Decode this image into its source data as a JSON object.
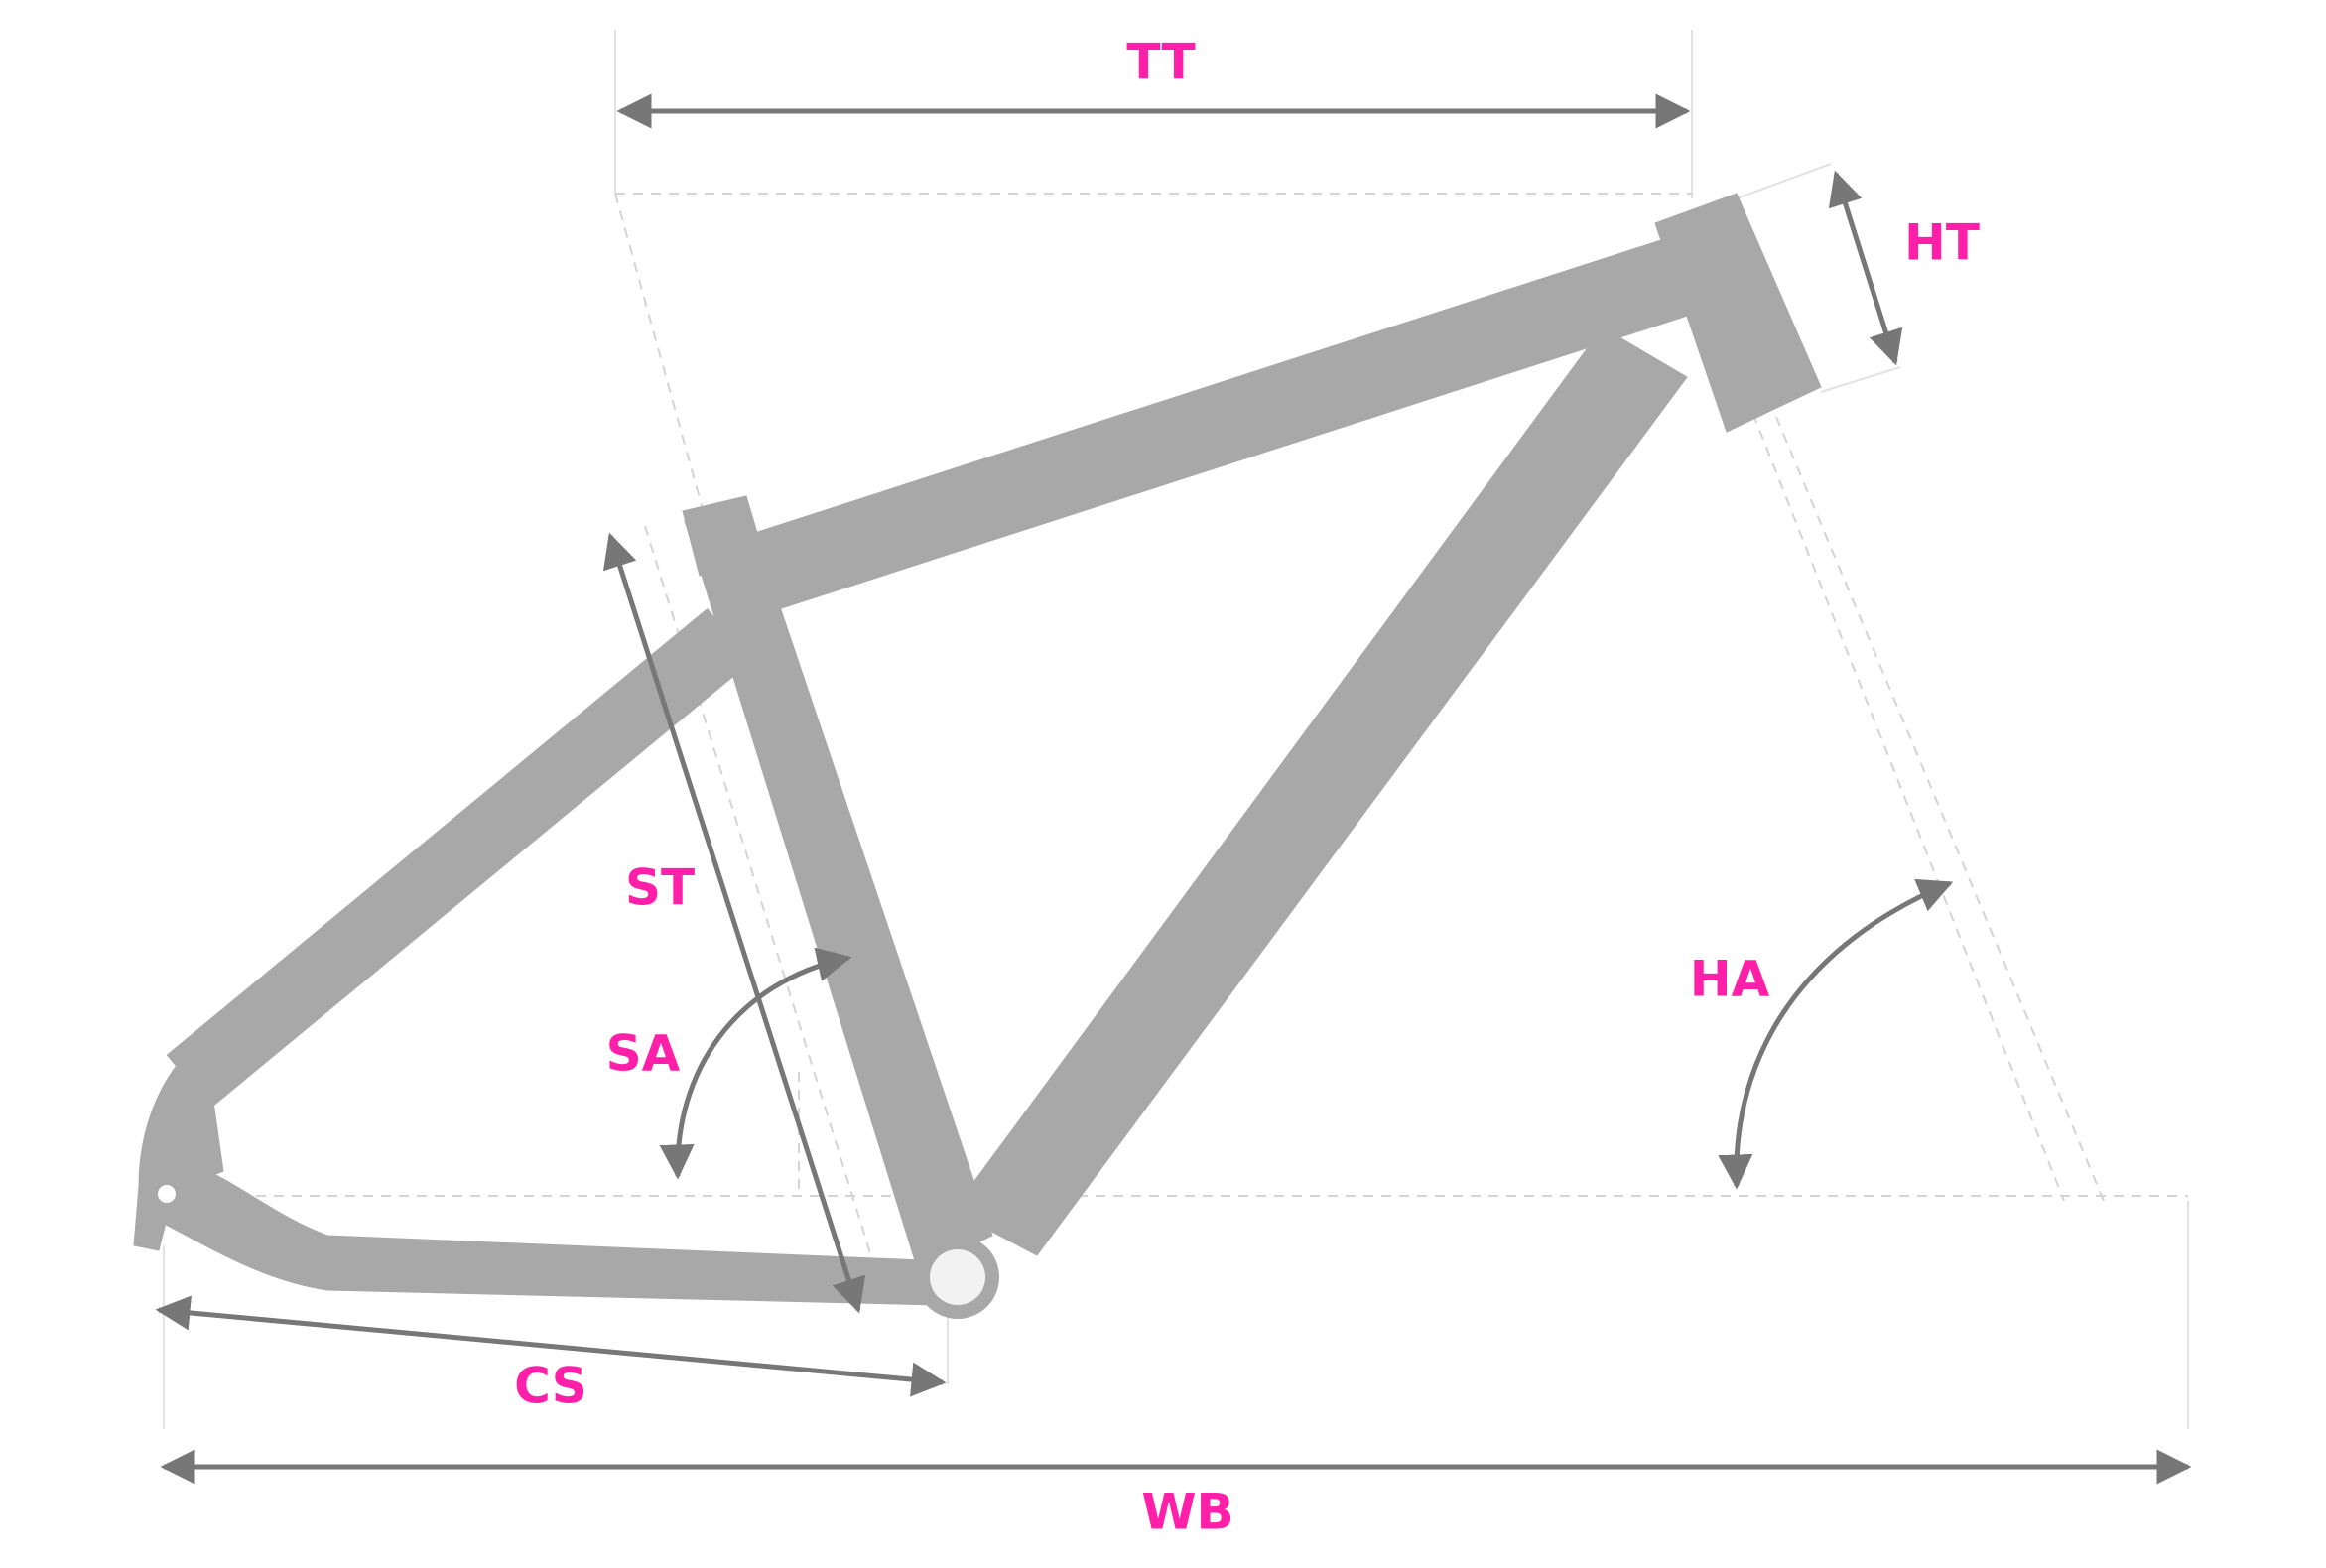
{
  "diagram": {
    "colors": {
      "frame": "#a8a8a8",
      "dimension_line": "#777777",
      "guide_line": "#d4d4d4",
      "label": "#ff1fa8"
    },
    "labels": {
      "tt": "TT",
      "ht": "HT",
      "st": "ST",
      "sa": "SA",
      "ha": "HA",
      "cs": "CS",
      "wb": "WB"
    }
  }
}
